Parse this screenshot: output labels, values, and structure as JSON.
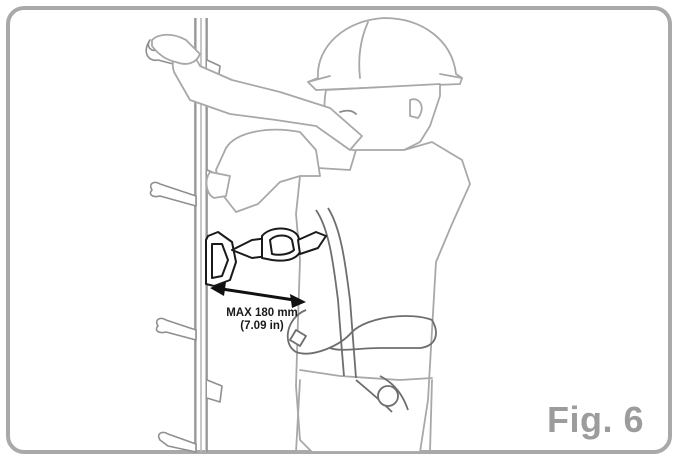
{
  "figure": {
    "label": "Fig. 6",
    "measurement_line1": "MAX 180 mm",
    "measurement_line2": "(7.09 in)"
  },
  "colors": {
    "frame_border": "#a9a9a9",
    "figure_label": "#9c9c9c",
    "line_art": "#b5b5b5",
    "line_art_dark": "#5a5a5a",
    "lanyard": "#1a1a1a"
  }
}
